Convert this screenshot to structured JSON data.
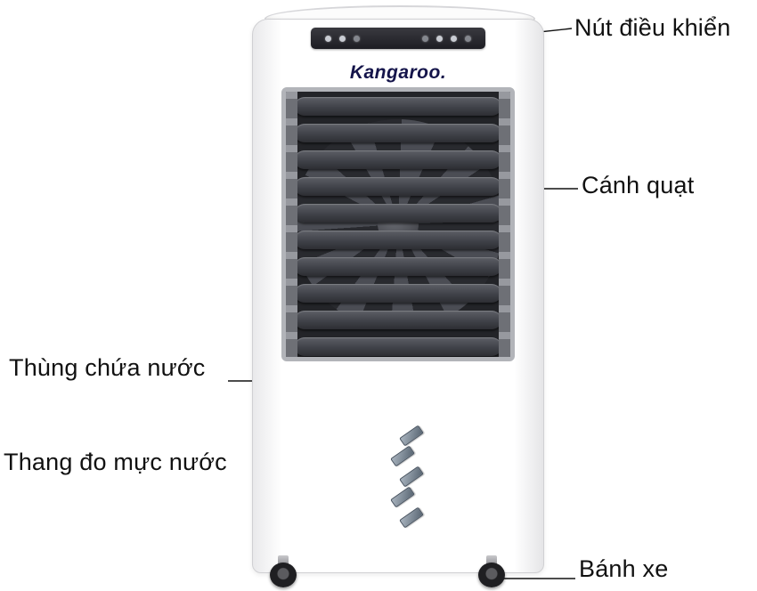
{
  "brand": {
    "logo_text": "Kangaroo."
  },
  "labels": {
    "control_panel": "Nút điều khiển",
    "fan_blade": "Cánh quạt",
    "water_tank": "Thùng chứa nước",
    "water_level_gauge": "Thang đo mực nước",
    "wheel": "Bánh xe"
  },
  "colors": {
    "label_text": "#111111",
    "logo": "#14144a",
    "control_panel": "#26262c",
    "louver": "#46484e",
    "grille_frame": "#b2b4b9",
    "gauge_mark": "#76828f"
  }
}
